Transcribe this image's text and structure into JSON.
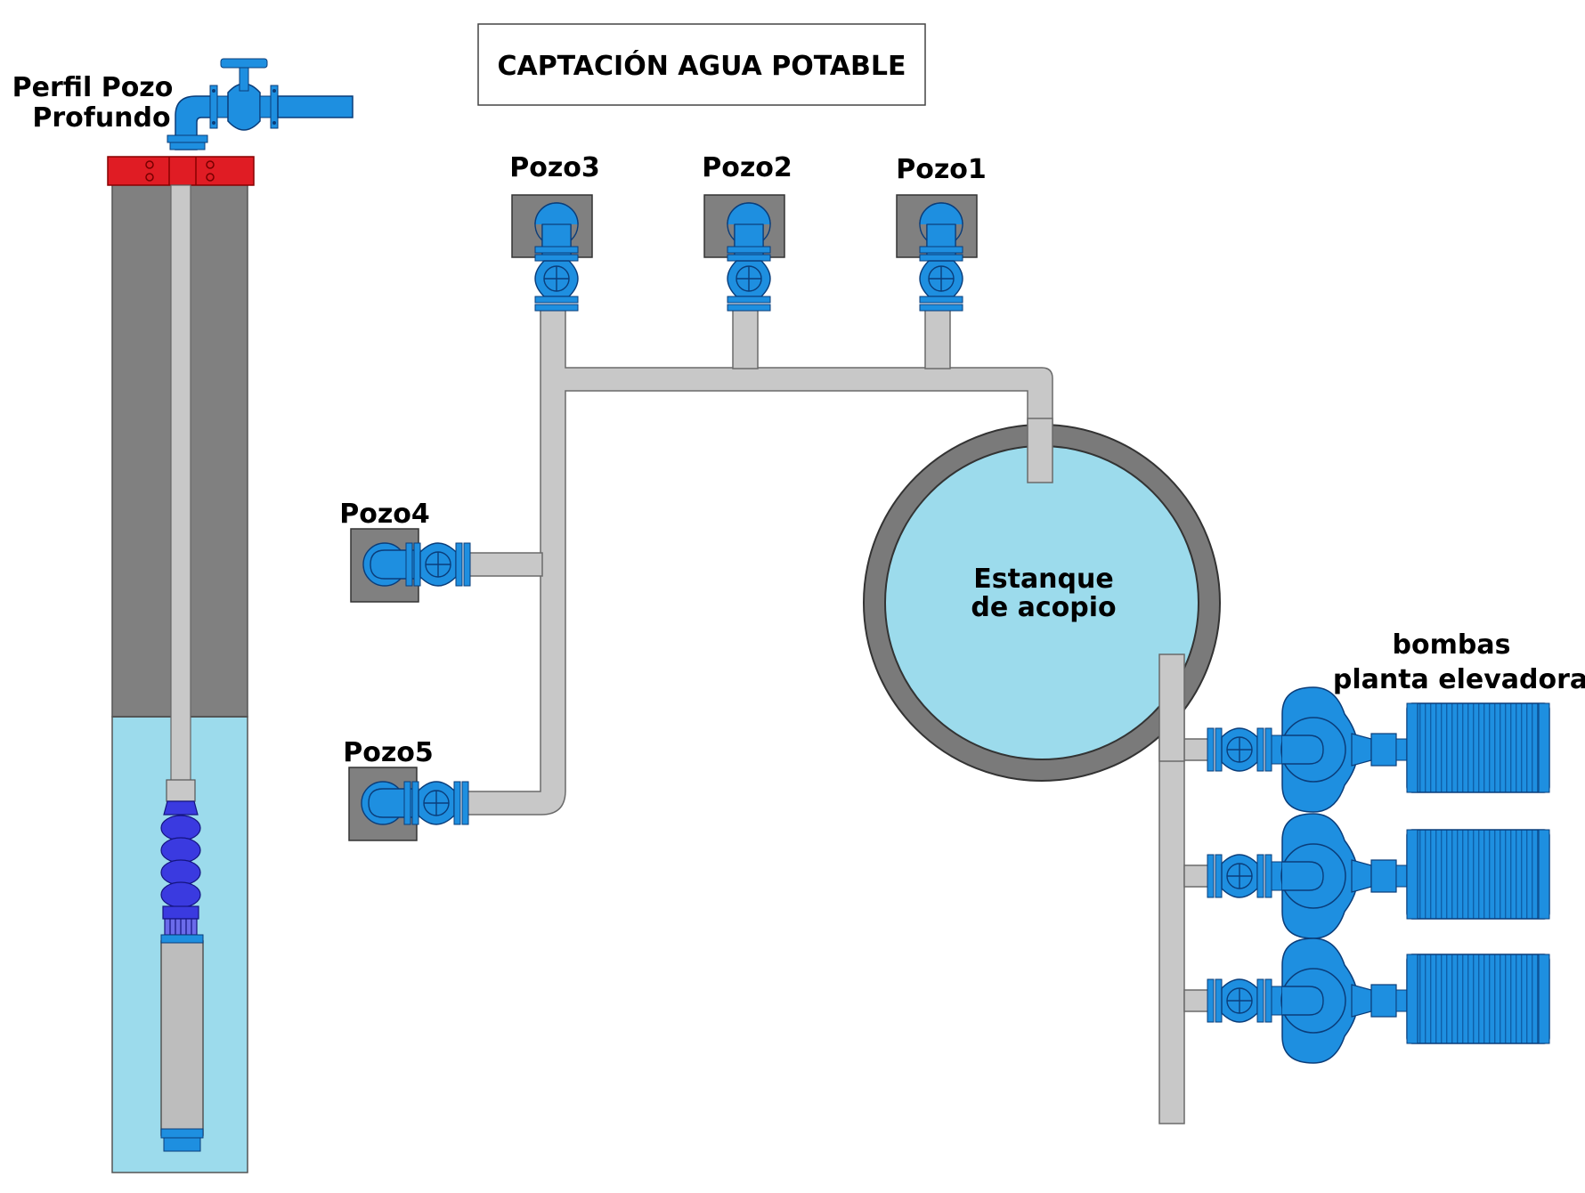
{
  "title": "CAPTACIÓN AGUA POTABLE",
  "profile_label_line1": "Perfil Pozo",
  "profile_label_line2": "Profundo",
  "wells": [
    {
      "label": "Pozo3"
    },
    {
      "label": "Pozo2"
    },
    {
      "label": "Pozo1"
    },
    {
      "label": "Pozo4"
    },
    {
      "label": "Pozo5"
    }
  ],
  "tank_label_line1": "Estanque",
  "tank_label_line2": "de acopio",
  "pumps_label_line1": "bombas",
  "pumps_label_line2": "planta elevadora",
  "colors": {
    "pipe": "#c8c8c8",
    "pipe_edge": "#6a6a6a",
    "valve_blue": "#1e8fe0",
    "valve_edge": "#0a3d7a",
    "well_box": "#808080",
    "tank_wall": "#7a7a7a",
    "water": "#9cdbec",
    "red_cap": "#e01c24",
    "pump_blue": "#3a3ae0"
  }
}
